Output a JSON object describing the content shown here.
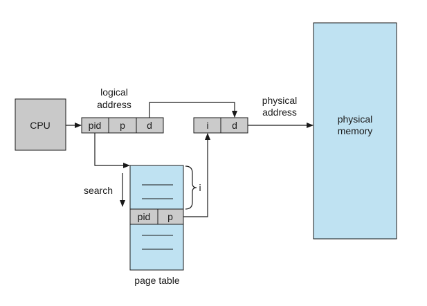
{
  "diagram": {
    "cpu_label": "CPU",
    "logical_address_line1": "logical",
    "logical_address_line2": "address",
    "logical_fields": [
      "pid",
      "p",
      "d"
    ],
    "physical_address_line1": "physical",
    "physical_address_line2": "address",
    "physical_fields": [
      "i",
      "d"
    ],
    "physical_memory_line1": "physical",
    "physical_memory_line2": "memory",
    "search_label": "search",
    "index_label": "i",
    "page_table_entry": [
      "pid",
      "p"
    ],
    "page_table_label": "page table"
  },
  "colors": {
    "cpu_fill": "#c9c9c9",
    "field_fill": "#cbcbcb",
    "page_table_fill": "#bfe2f2",
    "memory_fill": "#bfe2f2",
    "stroke": "#1a1a1a"
  }
}
